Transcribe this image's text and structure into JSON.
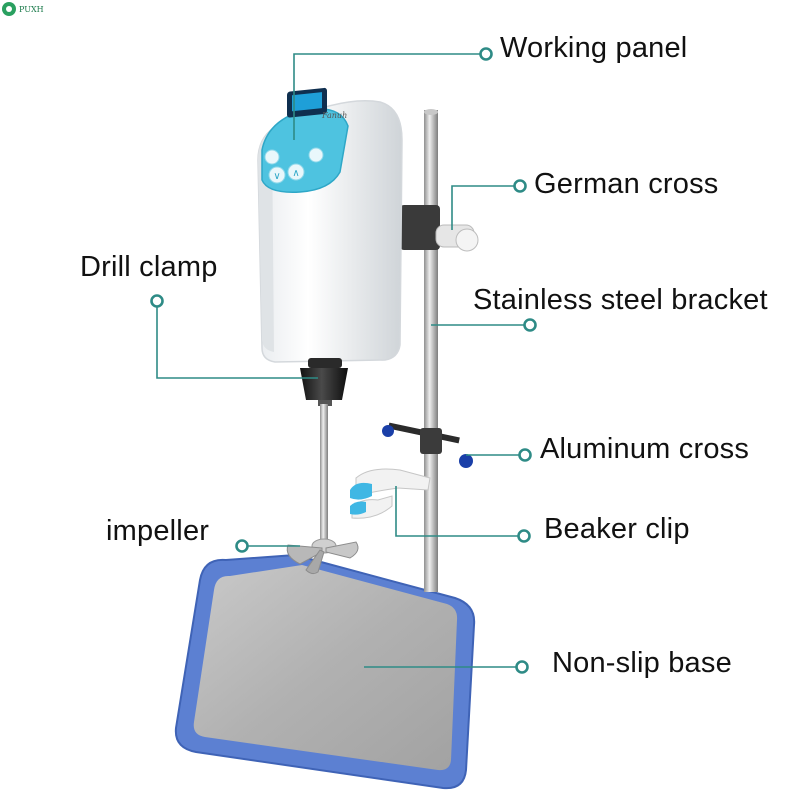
{
  "brand": {
    "name": "PUXH"
  },
  "device": {
    "logo_script": "Fanuh"
  },
  "callouts": {
    "working_panel": "Working panel",
    "german_cross": "German cross",
    "drill_clamp": "Drill clamp",
    "stainless_steel_bracket": "Stainless steel bracket",
    "aluminum_cross": "Aluminum cross",
    "impeller": "impeller",
    "beaker_clip": "Beaker clip",
    "non_slip_base": "Non-slip base"
  },
  "colors": {
    "callout_line": "#2e8b86",
    "base_blue": "#5b7fd0",
    "panel_teal": "#4ec3e0",
    "display_blue": "#1e9fd8",
    "knob_blue": "#1a3fa8"
  }
}
